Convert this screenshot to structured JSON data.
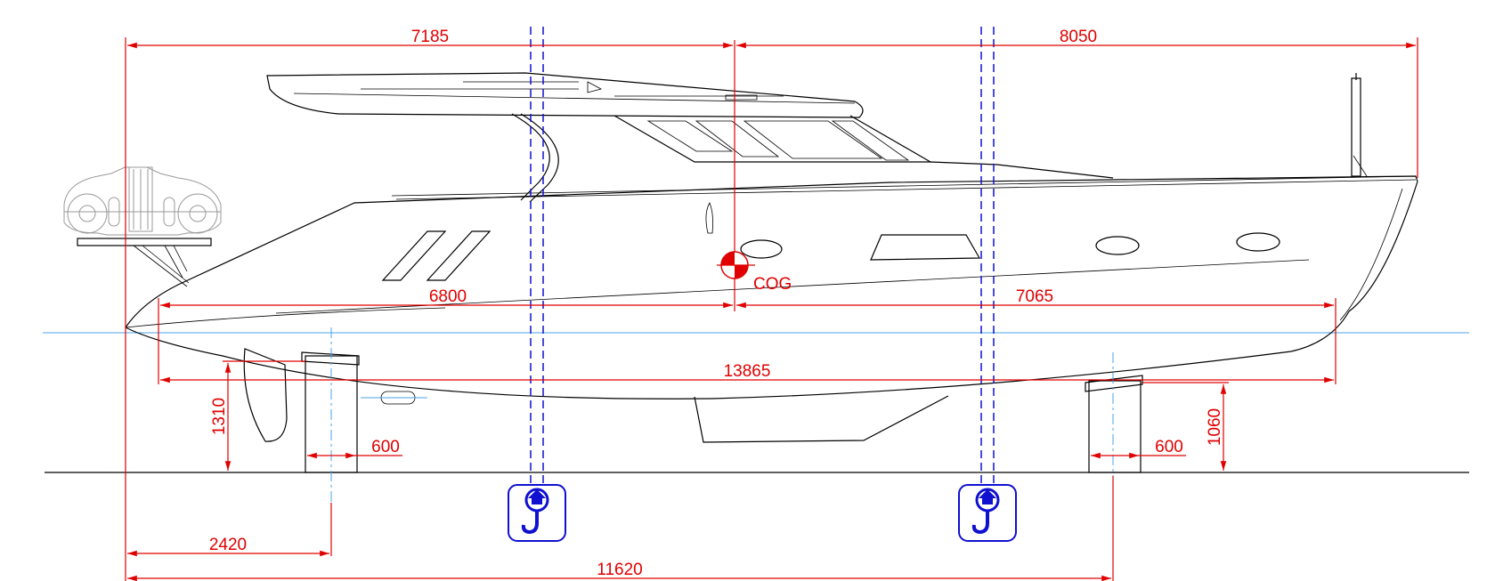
{
  "colors": {
    "dimension": "#e00000",
    "hull": "#000000",
    "waterline": "#4aa3e8",
    "lifting_points": "#1010d0",
    "tender": "#9a9a9a"
  },
  "dimensions": {
    "bow_to_cog_overall": "7185",
    "cog_to_stern_overall": "8050",
    "bow_to_cog_waterline": "6800",
    "cog_to_stern_waterline": "7065",
    "waterline_length": "13865",
    "front_support_height": "1310",
    "rear_support_height": "1060",
    "front_support_width": "600",
    "rear_support_width": "600",
    "bow_to_front_support": "2420",
    "front_to_rear_support": "11620"
  },
  "labels": {
    "cog": "COG"
  },
  "icons": {
    "lifting_point_front": "crane-hook-icon",
    "lifting_point_rear": "crane-hook-icon",
    "cog_marker": "center-of-gravity-icon"
  }
}
